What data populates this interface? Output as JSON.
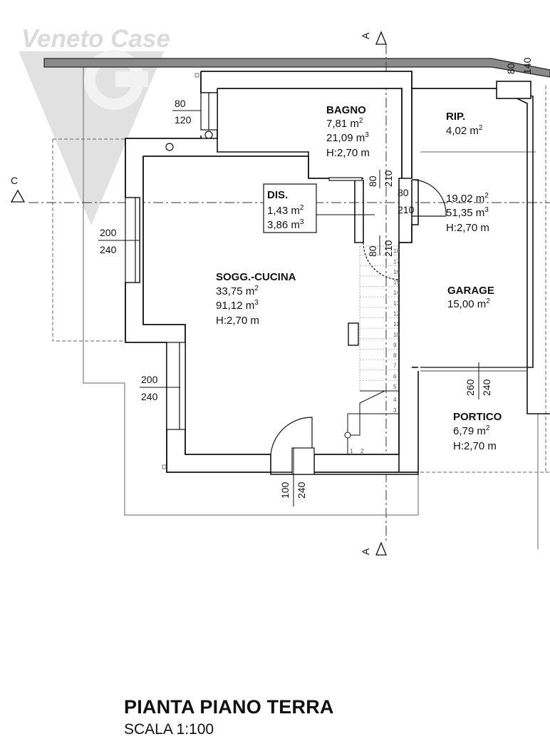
{
  "watermark": {
    "text": "Veneto Case"
  },
  "section_markers": {
    "a_top": "A",
    "a_bottom": "A",
    "c": "C"
  },
  "rooms": {
    "bagno": {
      "name": "BAGNO",
      "area": "7,81  m",
      "volume": "21,09  m",
      "height": "H:2,70  m"
    },
    "rip": {
      "name": "RIP.",
      "area": "4,02 m"
    },
    "dis": {
      "name": "DIS.",
      "area": "1,43 m",
      "volume": "3,86 m"
    },
    "soggiorno": {
      "name": "SOGG.-CUCINA",
      "area": "33,75  m",
      "volume": "91,12  m",
      "height": "H:2,70  m"
    },
    "garage_block": {
      "area": "19,02  m",
      "volume": "51,35 m",
      "height": "H:2,70  m"
    },
    "garage": {
      "name": "GARAGE",
      "area": "15,00  m"
    },
    "portico": {
      "name": "PORTICO",
      "area": "6,79 m",
      "height": "H:2,70  m"
    }
  },
  "exponents": {
    "sq": "2",
    "cu": "3"
  },
  "dimensions": {
    "win_bagno_w": "80",
    "win_bagno_h": "120",
    "win_left_w": "200",
    "win_left_h": "240",
    "win_left2_w": "200",
    "win_left2_h": "240",
    "door_bagno_w": "80",
    "door_bagno_h": "210",
    "door_garage_w": "80",
    "door_garage_h": "210",
    "door_dis_w": "80",
    "door_dis_h": "210",
    "garage_door_w": "260",
    "garage_door_h": "240",
    "entry_door_w": "100",
    "entry_door_h": "240",
    "top_right_w": "80",
    "top_right_h": "140"
  },
  "stairs": {
    "steps": [
      "1",
      "2",
      "3",
      "4",
      "5",
      "6",
      "7",
      "8",
      "9",
      "10",
      "11",
      "12",
      "13",
      "14",
      "15",
      "16",
      "17",
      "18"
    ]
  },
  "footer": {
    "title": "PIANTA PIANO TERRA",
    "scale": "SCALA 1:100"
  }
}
